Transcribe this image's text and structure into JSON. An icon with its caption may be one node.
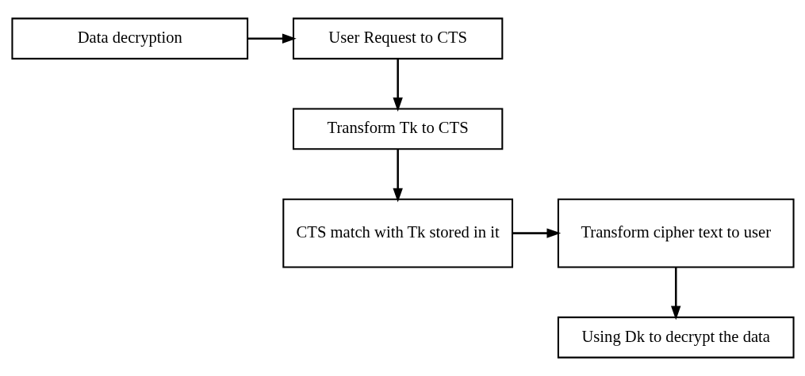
{
  "diagram": {
    "nodes": [
      {
        "text": [
          "Data decryption"
        ]
      },
      {
        "text": [
          "User Request to CTS"
        ]
      },
      {
        "text": [
          "Transform Tk to CTS"
        ]
      },
      {
        "text": [
          "CTS match with Tk stored in it"
        ]
      },
      {
        "text": [
          "Transform cipher text to user"
        ]
      },
      {
        "text": [
          "Using Dk to decrypt the data"
        ]
      }
    ],
    "edges": [
      {
        "from": 0,
        "to": 1,
        "arrow": "to"
      },
      {
        "from": 1,
        "to": 2,
        "arrow": "to"
      },
      {
        "from": 2,
        "to": 3,
        "arrow": "to"
      },
      {
        "from": 3,
        "to": 4,
        "arrow": "to"
      },
      {
        "from": 4,
        "to": 5,
        "arrow": "to"
      }
    ]
  }
}
